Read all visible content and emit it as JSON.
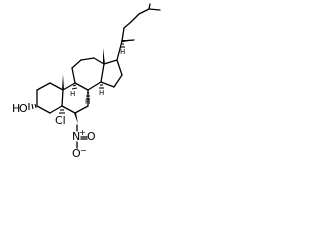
{
  "atoms": {
    "hydroxyl_o": "O",
    "hydroxyl_h": "H",
    "chloro": "Cl",
    "nitro_o_top": "O",
    "nitro_n": "N",
    "nitro_o_bottom": "O",
    "nitro_n_charge": "+",
    "nitro_o_charge": "−",
    "h_8": "H",
    "h_9": "H",
    "h_14": "H",
    "h_20": "H"
  }
}
